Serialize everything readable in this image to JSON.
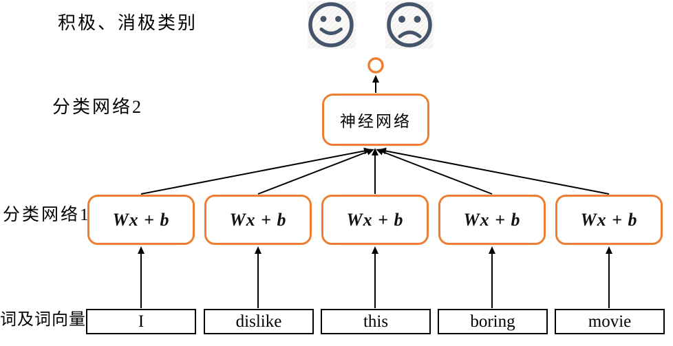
{
  "labels": {
    "row_categories": "积极、消极类别",
    "row_network2": "分类网络2",
    "row_network1": "分类网络1",
    "row_words": "词及词向量"
  },
  "network": {
    "top_box_label": "神经网络",
    "transform_boxes": [
      {
        "label": "Wx + b"
      },
      {
        "label": "Wx + b"
      },
      {
        "label": "Wx + b"
      },
      {
        "label": "Wx + b"
      },
      {
        "label": "Wx + b"
      }
    ],
    "word_boxes": [
      {
        "label": "I"
      },
      {
        "label": "dislike"
      },
      {
        "label": "this"
      },
      {
        "label": "boring"
      },
      {
        "label": "movie"
      }
    ]
  },
  "icons": {
    "happy": "happy-face-icon",
    "sad": "sad-face-icon",
    "output_node": "output-node-circle"
  },
  "colors": {
    "accent_orange": "#ED7D31",
    "face_dark": "#44546A",
    "line_black": "#000000"
  }
}
